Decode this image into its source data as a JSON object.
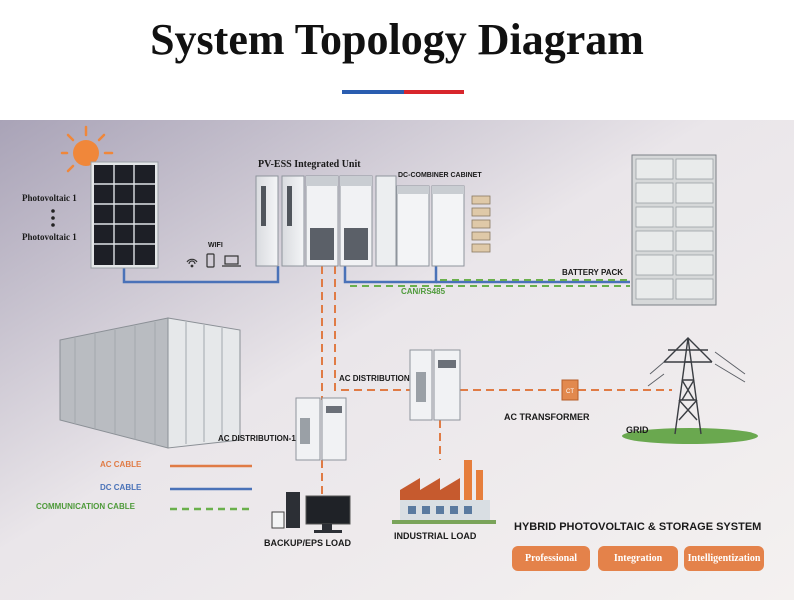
{
  "title": "System Topology Diagram",
  "colors": {
    "ac_cable": "#e07b45",
    "dc_cable": "#4a72b8",
    "communication_cable": "#6ab04c",
    "accent_red": "#d8262c",
    "accent_blue": "#2a5db0",
    "badge": "#e4824a"
  },
  "labels": {
    "pv1": "Photovoltaic 1",
    "pv2": "Photovoltaic 1",
    "pv_ess": "PV-ESS Integrated Unit",
    "dc_combiner": "DC-COMBINER CABINET",
    "wifi": "WIFI",
    "battery_pack": "BATTERY PACK",
    "can_rs485": "CAN/RS485",
    "ac_distribution": "AC  DISTRIBUTION",
    "ac_distribution_1": "AC DISTRIBUTION-1",
    "ac_transformer": "AC TRANSFORMER",
    "grid": "GRID",
    "backup_load": "BACKUP/EPS LOAD",
    "industrial_load": "INDUSTRIAL LOAD",
    "system_name": "HYBRID PHOTOVOLTAIC & STORAGE SYSTEM",
    "ct": "CT"
  },
  "legend": [
    {
      "label": "AC CABLE",
      "color": "#e07b45",
      "style": "solid"
    },
    {
      "label": "DC CABLE",
      "color": "#4a72b8",
      "style": "solid"
    },
    {
      "label": "COMMUNICATION CABLE",
      "color": "#6ab04c",
      "style": "dashed"
    }
  ],
  "badges": [
    "Professional",
    "Integration",
    "Intelligentization"
  ]
}
